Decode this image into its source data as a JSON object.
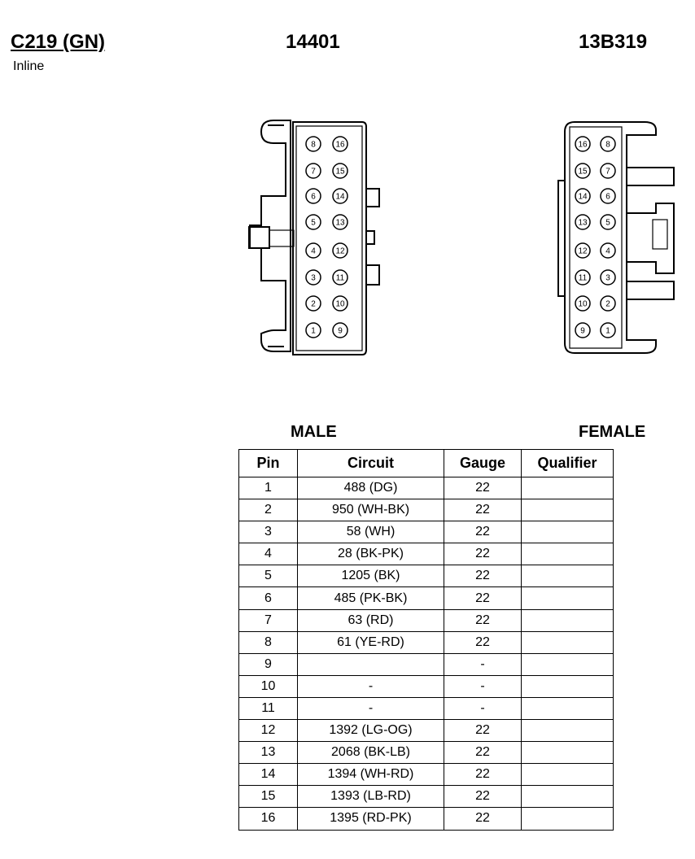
{
  "header": {
    "connector_id": "C219 (GN)",
    "subtitle": "Inline",
    "part_number_male": "14401",
    "part_number_female": "13B319"
  },
  "male_label": "MALE",
  "female_label": "FEMALE",
  "male_connector": {
    "left_column_pins": [
      "8",
      "7",
      "6",
      "5",
      "4",
      "3",
      "2",
      "1"
    ],
    "right_column_pins": [
      "16",
      "15",
      "14",
      "13",
      "12",
      "11",
      "10",
      "9"
    ]
  },
  "female_connector": {
    "left_column_pins": [
      "16",
      "15",
      "14",
      "13",
      "12",
      "11",
      "10",
      "9"
    ],
    "right_column_pins": [
      "8",
      "7",
      "6",
      "5",
      "4",
      "3",
      "2",
      "1"
    ]
  },
  "table": {
    "headers": [
      "Pin",
      "Circuit",
      "Gauge",
      "Qualifier"
    ],
    "rows": [
      {
        "pin": "1",
        "circuit": "488 (DG)",
        "gauge": "22",
        "qualifier": ""
      },
      {
        "pin": "2",
        "circuit": "950 (WH-BK)",
        "gauge": "22",
        "qualifier": ""
      },
      {
        "pin": "3",
        "circuit": "58 (WH)",
        "gauge": "22",
        "qualifier": ""
      },
      {
        "pin": "4",
        "circuit": "28 (BK-PK)",
        "gauge": "22",
        "qualifier": ""
      },
      {
        "pin": "5",
        "circuit": "1205 (BK)",
        "gauge": "22",
        "qualifier": ""
      },
      {
        "pin": "6",
        "circuit": "485 (PK-BK)",
        "gauge": "22",
        "qualifier": ""
      },
      {
        "pin": "7",
        "circuit": "63 (RD)",
        "gauge": "22",
        "qualifier": ""
      },
      {
        "pin": "8",
        "circuit": "61 (YE-RD)",
        "gauge": "22",
        "qualifier": ""
      },
      {
        "pin": "9",
        "circuit": "",
        "gauge": "-",
        "qualifier": ""
      },
      {
        "pin": "10",
        "circuit": "-",
        "gauge": "-",
        "qualifier": ""
      },
      {
        "pin": "11",
        "circuit": "-",
        "gauge": "-",
        "qualifier": ""
      },
      {
        "pin": "12",
        "circuit": "1392 (LG-OG)",
        "gauge": "22",
        "qualifier": ""
      },
      {
        "pin": "13",
        "circuit": "2068 (BK-LB)",
        "gauge": "22",
        "qualifier": ""
      },
      {
        "pin": "14",
        "circuit": "1394 (WH-RD)",
        "gauge": "22",
        "qualifier": ""
      },
      {
        "pin": "15",
        "circuit": "1393 (LB-RD)",
        "gauge": "22",
        "qualifier": ""
      },
      {
        "pin": "16",
        "circuit": "1395 (RD-PK)",
        "gauge": "22",
        "qualifier": ""
      }
    ]
  }
}
